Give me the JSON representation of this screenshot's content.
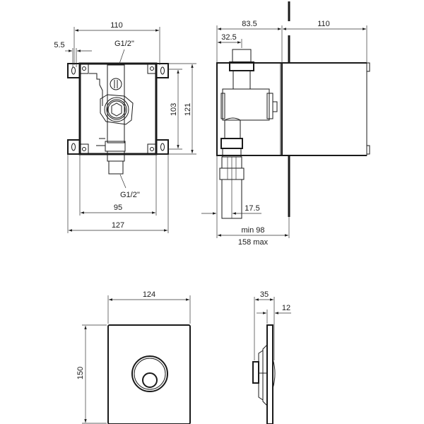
{
  "front_view": {
    "dims": {
      "overall_width_top": "110",
      "slot_offset": "5.5",
      "thread_top": "G1/2''",
      "inner_height": "103",
      "outer_height": "121",
      "thread_bottom": "G1/2''",
      "inner_width": "95",
      "outer_width": "127"
    }
  },
  "side_view": {
    "dims": {
      "depth_body": "83.5",
      "valve_offset": "32.5",
      "box_depth": "110",
      "pipe_offset": "17.5",
      "wall_min": "min 98",
      "wall_max": "158 max"
    }
  },
  "plate_front": {
    "dims": {
      "width": "124",
      "height": "150"
    }
  },
  "plate_side": {
    "dims": {
      "overall_depth": "35",
      "plate_thickness": "12"
    }
  },
  "colors": {
    "line": "#1a1a1a",
    "background": "#ffffff"
  }
}
